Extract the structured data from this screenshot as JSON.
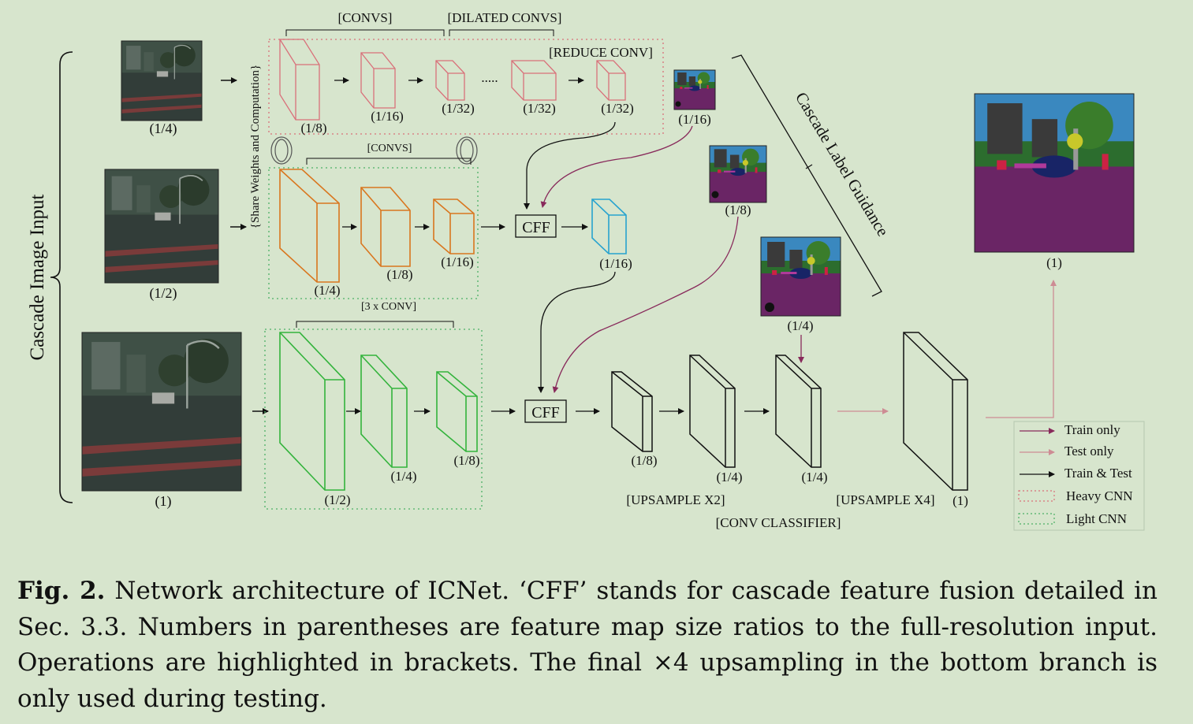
{
  "labels": {
    "cascade_input": "Cascade Image Input",
    "share_weights": "{Share Weights and Computation}",
    "convs_top": "[CONVS]",
    "dilated_convs": "[DILATED CONVS]",
    "reduce_conv": "[REDUCE CONV]",
    "convs_mid": "[CONVS]",
    "three_conv": "[3 x CONV]",
    "cascade_label_guidance": "Cascade Label Guidance",
    "upsample_x2": "[UPSAMPLE X2]",
    "upsample_x4": "[UPSAMPLE X4]",
    "conv_classifier": "[CONV CLASSIFIER]",
    "cff": "CFF",
    "ellipsis": "....."
  },
  "ratios": {
    "input_top": "(1/4)",
    "input_mid": "(1/2)",
    "input_bot": "(1)",
    "top_b1": "(1/8)",
    "top_b2": "(1/16)",
    "top_b3": "(1/32)",
    "top_b4": "(1/32)",
    "top_b5": "(1/32)",
    "mid_b1": "(1/4)",
    "mid_b2": "(1/8)",
    "mid_b3": "(1/16)",
    "bot_b1": "(1/2)",
    "bot_b2": "(1/4)",
    "bot_b3": "(1/8)",
    "cff1_out": "(1/16)",
    "cff2_out": "(1/8)",
    "up_b1": "(1/4)",
    "up_b2": "(1/4)",
    "final_block": "(1)",
    "seg_16": "(1/16)",
    "seg_8": "(1/8)",
    "seg_4": "(1/4)",
    "seg_out": "(1)"
  },
  "legend": {
    "train_only": "Train only",
    "test_only": "Test only",
    "train_test": "Train & Test",
    "heavy_cnn": "Heavy CNN",
    "light_cnn": "Light CNN"
  },
  "colors": {
    "heavy": "#d9707a",
    "orange": "#d9761e",
    "green": "#33b33c",
    "cyan": "#27a3cf",
    "train_only": "#882a5b",
    "test_only": "#cd8c94",
    "black": "#111111",
    "light_dotted": "#4bb065"
  },
  "caption": {
    "label": "Fig. 2.",
    "text": " Network architecture of ICNet. ‘CFF’ stands for cascade feature fusion detailed in Sec. 3.3. Numbers in parentheses are feature map size ratios to the full-resolution input. Operations are highlighted in brackets. The final ×4 upsampling in the bottom branch is only used during testing."
  }
}
